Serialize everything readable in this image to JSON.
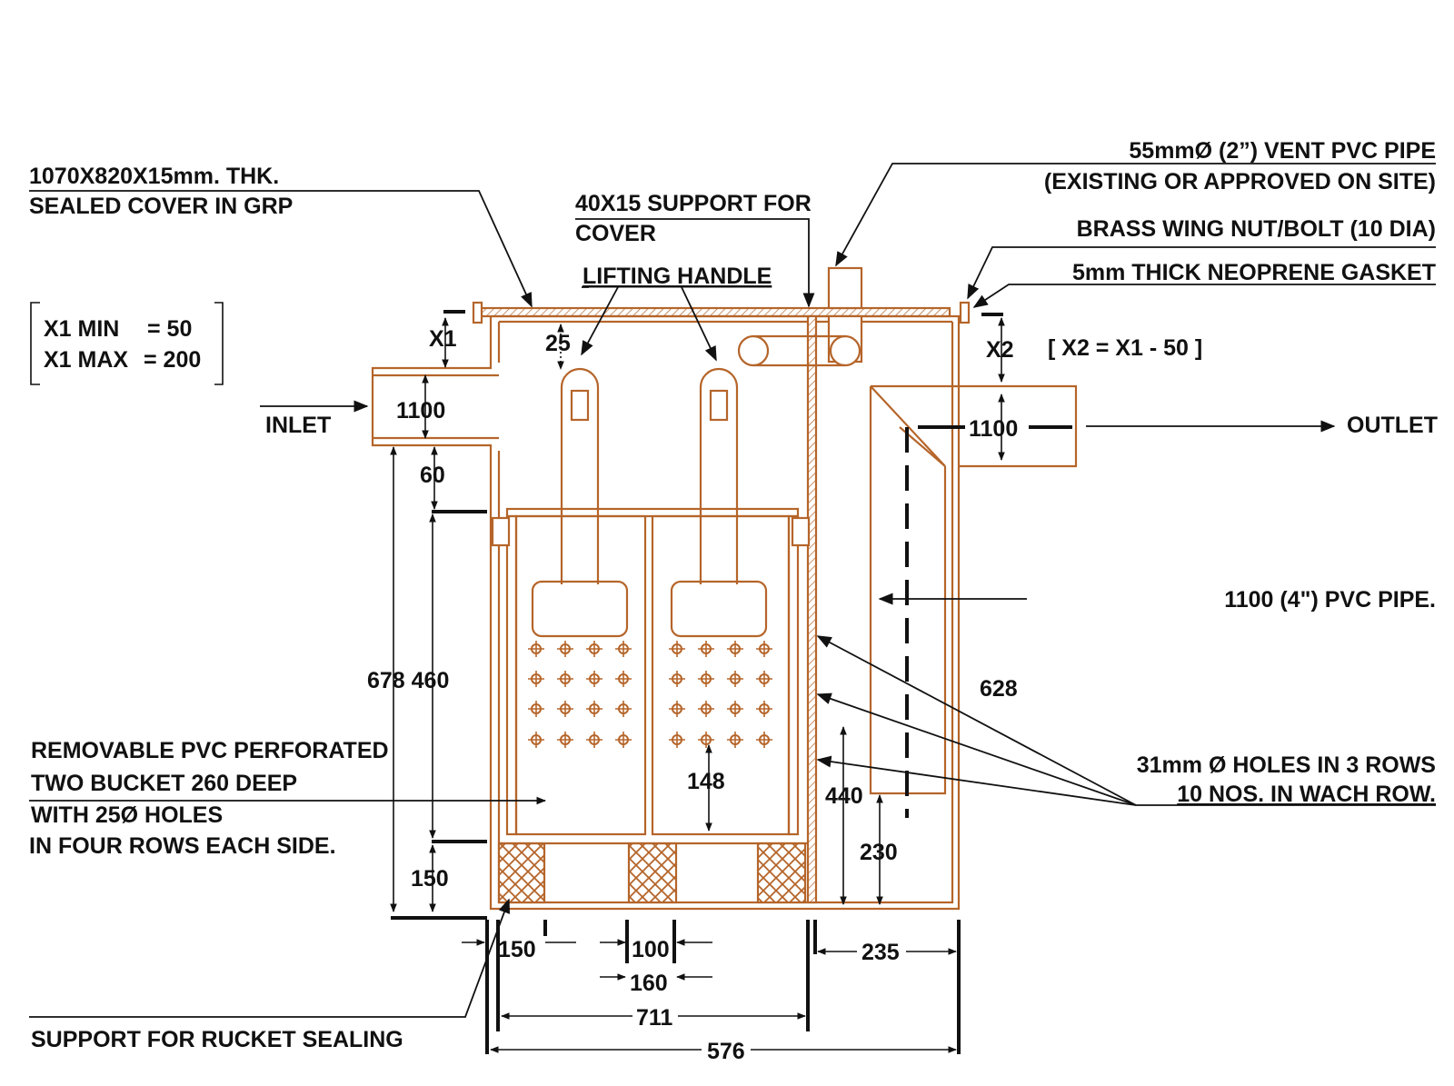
{
  "diagram": {
    "colors": {
      "tank": "#b5652a",
      "ink": "#111111",
      "background": "#ffffff"
    },
    "labels": {
      "cover_line1": "1070X820X15mm. THK.",
      "cover_line2": "SEALED COVER IN GRP",
      "support_line1": "40X15 SUPPORT FOR",
      "support_line2": "COVER",
      "lifting_handle": "LIFTING HANDLE",
      "vent_line1": "55mmØ (2”) VENT PVC PIPE",
      "vent_line2": "(EXISTING OR APPROVED ON SITE)",
      "wing_nut": "BRASS WING NUT/BOLT (10 DIA)",
      "gasket": "5mm THICK NEOPRENE GASKET",
      "x1_min_label": "X1 MIN",
      "x1_min_value": "= 50",
      "x1_max_label": "X1 MAX",
      "x1_max_value": "= 200",
      "x2_formula": "[ X2 = X1 - 50 ]",
      "inlet": "INLET",
      "outlet": "OUTLET",
      "pvc_pipe": "1100 (4\") PVC PIPE.",
      "bucket_line1": "REMOVABLE PVC PERFORATED",
      "bucket_line2": "TWO BUCKET 260 DEEP",
      "bucket_line3": "WITH 25Ø HOLES",
      "bucket_line4": "IN FOUR ROWS EACH SIDE.",
      "holes_line1": "31mm Ø HOLES IN 3 ROWS",
      "holes_line2": "10 NOS. IN WACH ROW.",
      "support_bucket": "SUPPORT FOR RUCKET SEALING"
    },
    "dimensions": {
      "x1": "X1",
      "x2": "X2",
      "d25": "25",
      "inlet_pipe": "1100",
      "outlet_pipe": "1100",
      "d60": "60",
      "d678_460": "678 460",
      "d628": "628",
      "d148": "148",
      "d440": "440",
      "d230": "230",
      "d150_vert": "150",
      "d150_horiz": "150",
      "d100": "100",
      "d160": "160",
      "d235": "235",
      "d711": "711",
      "d576": "576"
    },
    "icons": [
      "arrow-inlet-icon",
      "arrow-outlet-icon",
      "perforation-hole-icon",
      "lifting-handle-icon",
      "wing-nut-icon"
    ]
  }
}
